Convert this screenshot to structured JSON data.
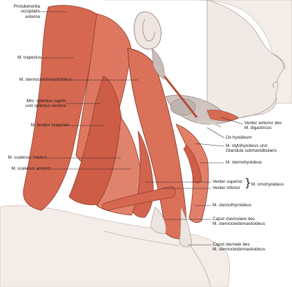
{
  "labels": {
    "protuberantia": [
      "Protuberantia",
      "occipitalis",
      "externa"
    ],
    "trapezius": "M. trapezius",
    "sternocleidomastoideus": "M. sternocleidomastoideus",
    "splenius": [
      "Mm. splenius capitis",
      "und splenius cervicis"
    ],
    "levator_scapulae": "M. levator scapulae",
    "scalenus_medius": "M. scalenus medius",
    "scalenus_anterior": "M. scalenus anterior",
    "digastricus": [
      "Venter anterior des",
      "M. digastricus"
    ],
    "os_hyoideum": "Os hyoideum",
    "stylohyoideus": [
      "M. stylohyoideus und",
      "Glandula submandibularis"
    ],
    "sternohyoideus": "M. sternohyoideus",
    "venter_superior": "Venter superior",
    "venter_inferior": "Venter inferior",
    "omohyoideus": "M. omohyoideus",
    "sternothyroideus": "M. sternothyroideus",
    "caput_claviculare": [
      "Caput claviculare des",
      "M. sternocleidomastoideus"
    ],
    "caput_sternale": [
      "Caput sternale des",
      "M. sternocleidomastoideus"
    ]
  },
  "colors": {
    "skin": "#f3ece8",
    "skin_shade": "#d9cfca",
    "muscle": "#d86a52",
    "muscle_dark": "#b24a36",
    "muscle_light": "#ec9a84",
    "tendon": "#ece4de",
    "leader": "#222222"
  }
}
